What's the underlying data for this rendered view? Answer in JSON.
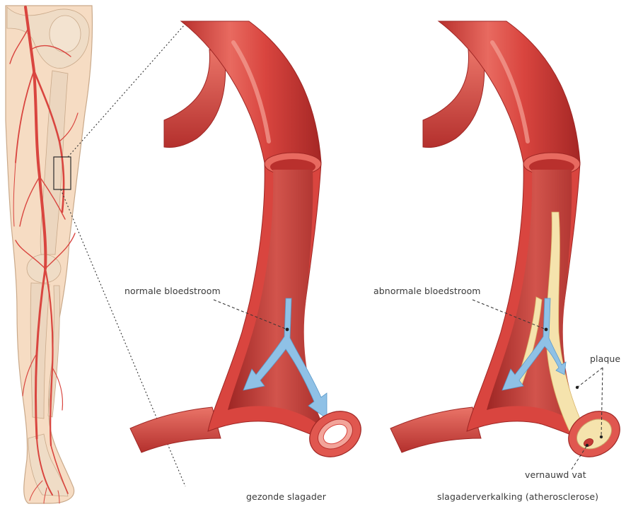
{
  "colors": {
    "artery": "#d9453f",
    "artery_dark": "#a82a28",
    "artery_light": "#f2a49a",
    "lumen": "#c23a36",
    "leg_skin": "#f6dcc3",
    "leg_outline": "#c9a98a",
    "bone": "#ecd6bf",
    "blood_flow": "#8fc1e6",
    "plaque": "#f5e3ad",
    "leader": "#333333"
  },
  "labels": {
    "normal_flow": "normale bloedstroom",
    "abnormal_flow": "abnormale bloedstroom",
    "plaque": "plaque",
    "narrowed_vessel": "vernauwd vat",
    "healthy_artery": "gezonde slagader",
    "atherosclerosis": "slagaderverkalking (atherosclerose)"
  }
}
